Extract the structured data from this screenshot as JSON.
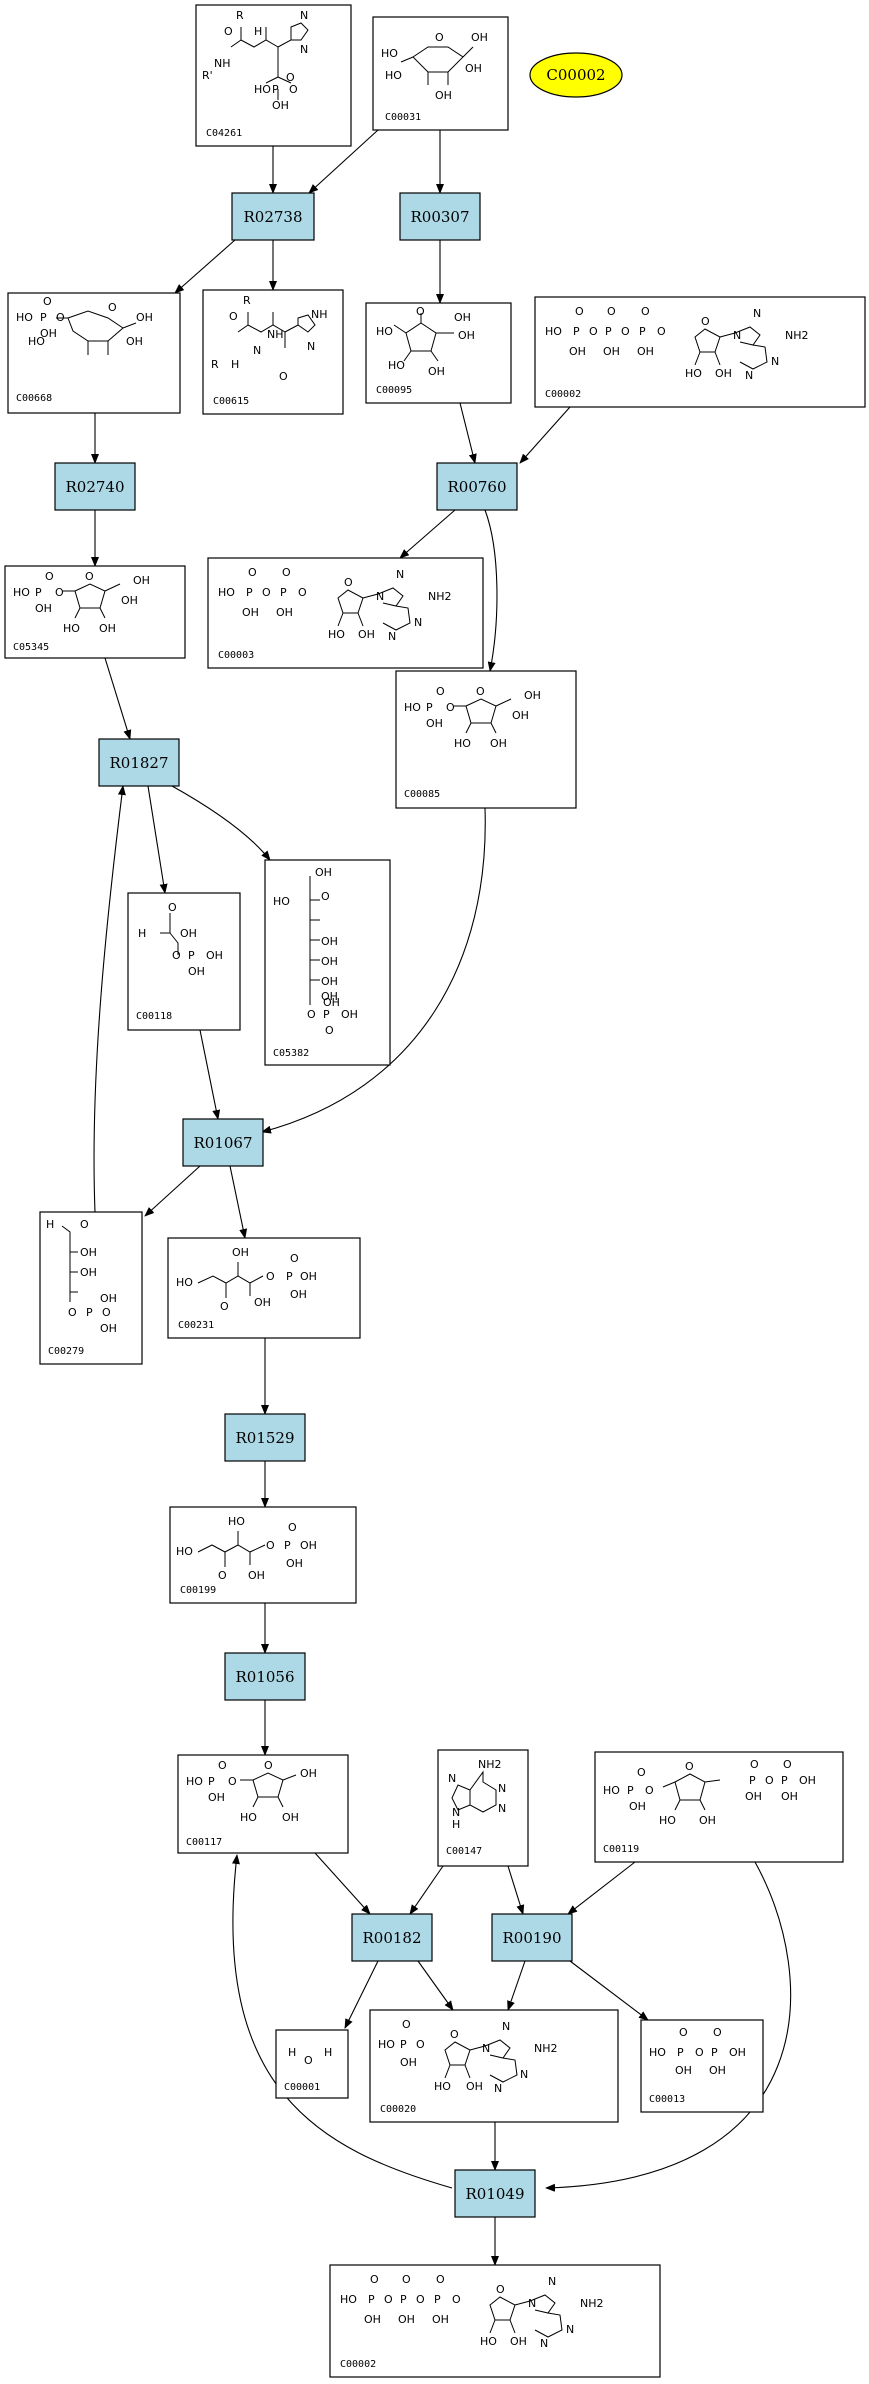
{
  "highlight": {
    "label": "C00002",
    "color": "#ffff00"
  },
  "reaction_color": "#add8e6",
  "reactions": [
    {
      "id": "R02738",
      "label": "R02738"
    },
    {
      "id": "R00307",
      "label": "R00307"
    },
    {
      "id": "R02740",
      "label": "R02740"
    },
    {
      "id": "R00760",
      "label": "R00760"
    },
    {
      "id": "R01827",
      "label": "R01827"
    },
    {
      "id": "R01067",
      "label": "R01067"
    },
    {
      "id": "R01529",
      "label": "R01529"
    },
    {
      "id": "R01056",
      "label": "R01056"
    },
    {
      "id": "R00182",
      "label": "R00182"
    },
    {
      "id": "R00190",
      "label": "R00190"
    },
    {
      "id": "R01049",
      "label": "R01049"
    }
  ],
  "compounds": [
    {
      "key": "c04261",
      "label": "C04261",
      "atoms": [
        "R",
        "O",
        "NH",
        "R'",
        "H",
        "N",
        "O",
        "HO",
        "P",
        "O",
        "OH",
        "N"
      ]
    },
    {
      "key": "c00031",
      "label": "C00031",
      "atoms": [
        "O",
        "OH",
        "HO",
        "HO",
        "OH",
        "OH"
      ]
    },
    {
      "key": "c00668",
      "label": "C00668",
      "atoms": [
        "HO",
        "P",
        "O",
        "O",
        "O",
        "OH",
        "HO",
        "OH",
        "OH"
      ]
    },
    {
      "key": "c00615",
      "label": "C00615",
      "atoms": [
        "R",
        "O",
        "NH",
        "R",
        "H",
        "N",
        "O",
        "N",
        "NH"
      ]
    },
    {
      "key": "c00095",
      "label": "C00095",
      "atoms": [
        "O",
        "HO",
        "OH",
        "HO",
        "OH",
        "OH"
      ]
    },
    {
      "key": "c00002a",
      "label": "C00002",
      "atoms": [
        "O",
        "O",
        "O",
        "HO",
        "P",
        "O",
        "P",
        "O",
        "P",
        "O",
        "OH",
        "OH",
        "OH",
        "O",
        "N",
        "N",
        "NH2",
        "N",
        "N",
        "HO",
        "OH"
      ]
    },
    {
      "key": "c05345",
      "label": "C05345",
      "atoms": [
        "O",
        "HO",
        "P",
        "O",
        "OH",
        "O",
        "OH",
        "HO",
        "OH",
        "OH"
      ]
    },
    {
      "key": "c00003",
      "label": "C00003",
      "atoms": [
        "O",
        "O",
        "HO",
        "P",
        "O",
        "P",
        "O",
        "OH",
        "OH",
        "O",
        "N",
        "N",
        "NH2",
        "N",
        "N",
        "HO",
        "OH"
      ]
    },
    {
      "key": "c00085",
      "label": "C00085",
      "atoms": [
        "O",
        "HO",
        "P",
        "O",
        "OH",
        "O",
        "OH",
        "HO",
        "OH",
        "OH"
      ]
    },
    {
      "key": "c00118",
      "label": "C00118",
      "atoms": [
        "O",
        "H",
        "OH",
        "O",
        "P",
        "OH",
        "OH"
      ]
    },
    {
      "key": "c05382",
      "label": "C05382",
      "atoms": [
        "OH",
        "HO",
        "O",
        "OH",
        "OH",
        "OH",
        "OH",
        "O",
        "P",
        "OH",
        "O",
        "OH"
      ]
    },
    {
      "key": "c00279",
      "label": "C00279",
      "atoms": [
        "H",
        "O",
        "OH",
        "OH",
        "OH",
        "O",
        "P",
        "OH",
        "O"
      ]
    },
    {
      "key": "c00231",
      "label": "C00231",
      "atoms": [
        "OH",
        "O",
        "HO",
        "O",
        "OH",
        "O",
        "P",
        "OH",
        "OH"
      ]
    },
    {
      "key": "c00199",
      "label": "C00199",
      "atoms": [
        "HO",
        "O",
        "HO",
        "O",
        "P",
        "OH",
        "OH",
        "O",
        "OH"
      ]
    },
    {
      "key": "c00117",
      "label": "C00117",
      "atoms": [
        "O",
        "HO",
        "P",
        "O",
        "OH",
        "O",
        "OH",
        "HO",
        "OH"
      ]
    },
    {
      "key": "c00147",
      "label": "C00147",
      "atoms": [
        "NH2",
        "N",
        "N",
        "N",
        "N",
        "H"
      ]
    },
    {
      "key": "c00119",
      "label": "C00119",
      "atoms": [
        "O",
        "O",
        "O",
        "HO",
        "P",
        "O",
        "OH",
        "O",
        "P",
        "O",
        "P",
        "OH",
        "OH",
        "OH",
        "HO",
        "OH"
      ]
    },
    {
      "key": "c00001",
      "label": "C00001",
      "atoms": [
        "H",
        "O",
        "H"
      ]
    },
    {
      "key": "c00020",
      "label": "C00020",
      "atoms": [
        "O",
        "HO",
        "P",
        "O",
        "OH",
        "O",
        "N",
        "N",
        "NH2",
        "N",
        "N",
        "HO",
        "OH"
      ]
    },
    {
      "key": "c00013",
      "label": "C00013",
      "atoms": [
        "O",
        "O",
        "HO",
        "P",
        "O",
        "P",
        "OH",
        "OH",
        "OH"
      ]
    },
    {
      "key": "c00002b",
      "label": "C00002",
      "atoms": [
        "O",
        "O",
        "O",
        "HO",
        "P",
        "O",
        "P",
        "O",
        "P",
        "O",
        "OH",
        "OH",
        "OH",
        "O",
        "N",
        "N",
        "NH2",
        "N",
        "N",
        "HO",
        "OH"
      ]
    }
  ]
}
